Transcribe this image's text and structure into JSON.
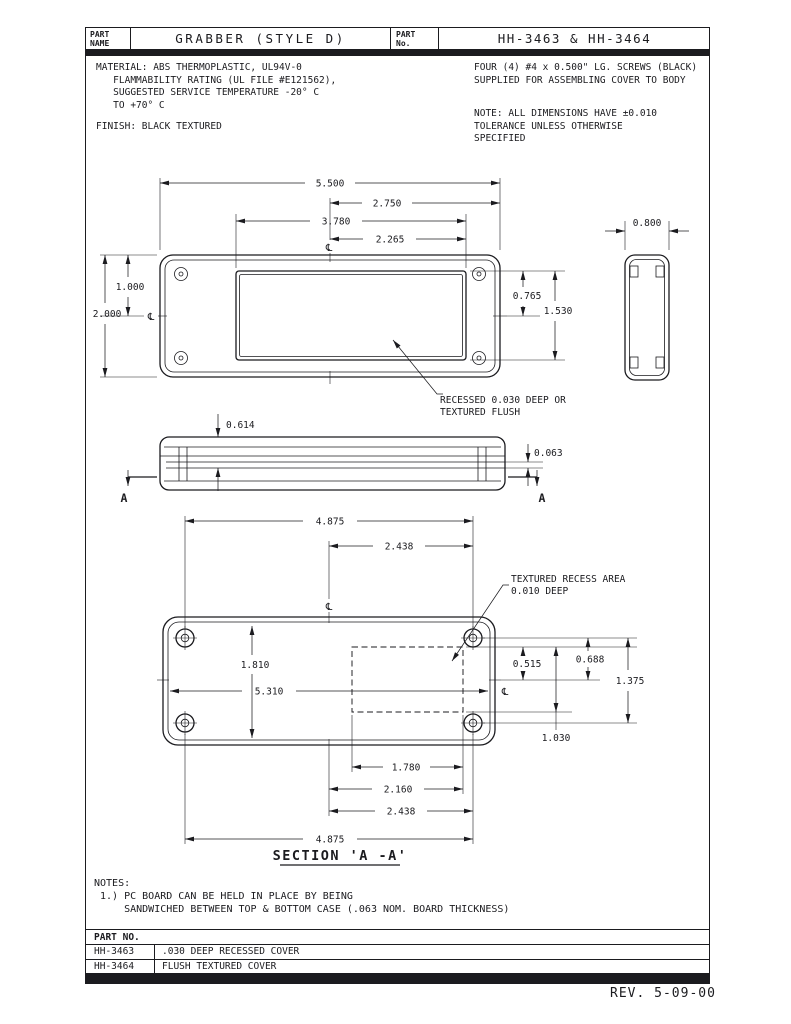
{
  "title_block": {
    "part_name_label": "PART\nNAME",
    "part_name": "GRABBER (STYLE D)",
    "part_no_label": "PART\nNo.",
    "part_no": "HH-3463 & HH-3464"
  },
  "header_notes": {
    "material": "MATERIAL: ABS THERMOPLASTIC, UL94V-0\n   FLAMMABILITY RATING (UL FILE #E121562),\n   SUGGESTED SERVICE TEMPERATURE -20° C\n   TO +70° C",
    "finish": "FINISH: BLACK TEXTURED",
    "screws": "FOUR (4) #4 x 0.500\" LG. SCREWS (BLACK)\nSUPPLIED FOR ASSEMBLING COVER TO BODY",
    "tolerance": "NOTE: ALL DIMENSIONS HAVE ±0.010\nTOLERANCE UNLESS OTHERWISE\nSPECIFIED"
  },
  "symbols": {
    "centerline": "℄"
  },
  "top_view": {
    "dim_overall_width": "5.500",
    "dim_center_to_edge": "2.750",
    "dim_recess_width": "3.780",
    "dim_center_to_recess_edge": "2.265",
    "dim_center_to_top": "1.000",
    "dim_overall_height": "2.000",
    "dim_recess_center_to_top": "0.765",
    "dim_recess_height": "1.530",
    "callout_line1": "RECESSED 0.030 DEEP OR",
    "callout_line2": "TEXTURED FLUSH"
  },
  "end_view": {
    "dim_depth": "0.800"
  },
  "side_view": {
    "dim_lip_height": "0.614",
    "dim_board_thickness": "0.063",
    "section_letter": "A"
  },
  "bottom_view": {
    "dim_hole_span": "4.875",
    "dim_hole_half_span": "2.438",
    "dim_inner_height": "1.810",
    "dim_inner_width": "5.310",
    "dim_recess_top_to_center": "0.515",
    "dim_hole_row_to_center": "0.688",
    "dim_hole_row_span": "1.375",
    "dim_recess_height": "1.030",
    "dim_recess_width": "1.780",
    "dim_center_to_recess_right": "2.160",
    "dim_center_to_hole": "2.438",
    "dim_hole_span_bottom": "4.875",
    "callout_line1": "TEXTURED RECESS AREA",
    "callout_line2": "0.010 DEEP",
    "section_title": "SECTION 'A -A'"
  },
  "footer": {
    "notes": "NOTES:\n 1.) PC BOARD CAN BE HELD IN PLACE BY BEING\n     SANDWICHED BETWEEN TOP & BOTTOM CASE (.063 NOM. BOARD THICKNESS)",
    "table": {
      "header": "PART NO.",
      "rows": [
        {
          "part": "HH-3463",
          "desc": ".030 DEEP RECESSED COVER"
        },
        {
          "part": "HH-3464",
          "desc": "FLUSH TEXTURED COVER"
        }
      ]
    },
    "rev": "REV. 5-09-00"
  }
}
